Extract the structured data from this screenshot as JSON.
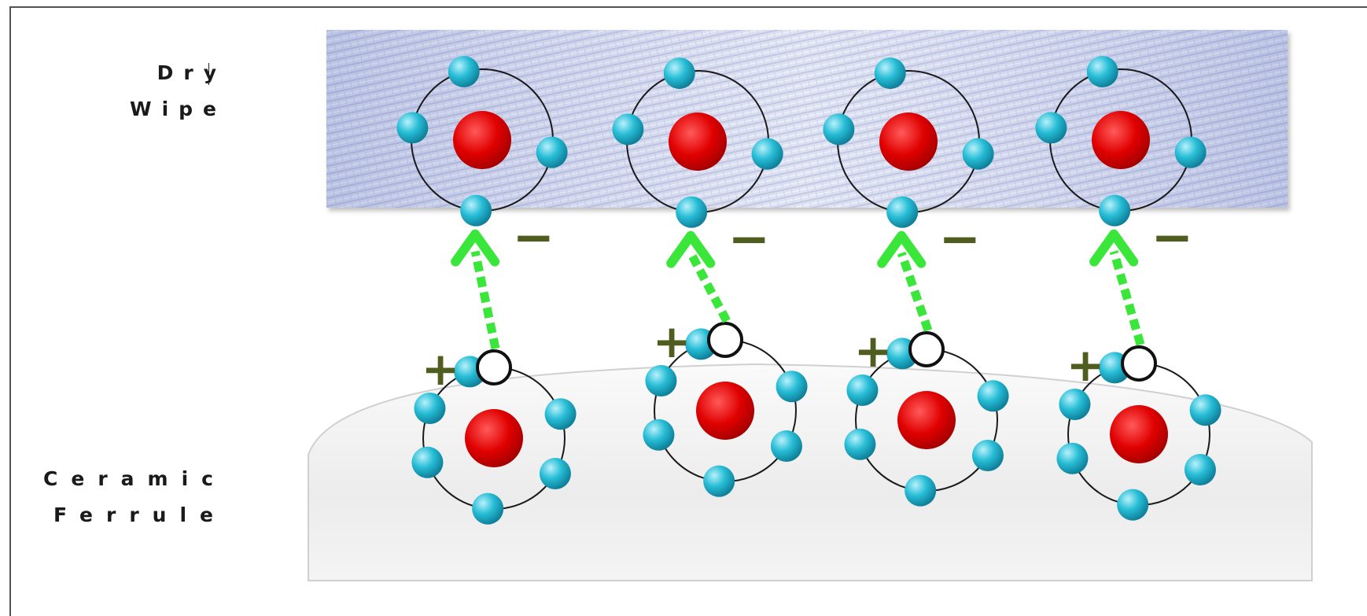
{
  "labels": {
    "dry": "Dry",
    "wipe": "Wipe",
    "ceramic": "Ceramic",
    "ferrule": "Ferrule"
  },
  "symbols": {
    "minus": "−",
    "plus": "+"
  },
  "colors": {
    "nucleus": "#e00000",
    "electron": "#21b6cf",
    "arrow": "#39e639",
    "charge_sign": "#4f5e1e",
    "wipe_fabric": "#c6cde8",
    "ferrule_body": "#eeeeee"
  },
  "wipe_atoms": [
    {
      "id": "wipe-atom-1",
      "electrons": 4
    },
    {
      "id": "wipe-atom-2",
      "electrons": 4
    },
    {
      "id": "wipe-atom-3",
      "electrons": 4
    },
    {
      "id": "wipe-atom-4",
      "electrons": 4
    }
  ],
  "ferrule_atoms": [
    {
      "id": "ferrule-atom-1",
      "electrons": 6,
      "holes": 1
    },
    {
      "id": "ferrule-atom-2",
      "electrons": 6,
      "holes": 1
    },
    {
      "id": "ferrule-atom-3",
      "electrons": 6,
      "holes": 1
    },
    {
      "id": "ferrule-atom-4",
      "electrons": 6,
      "holes": 1
    }
  ]
}
